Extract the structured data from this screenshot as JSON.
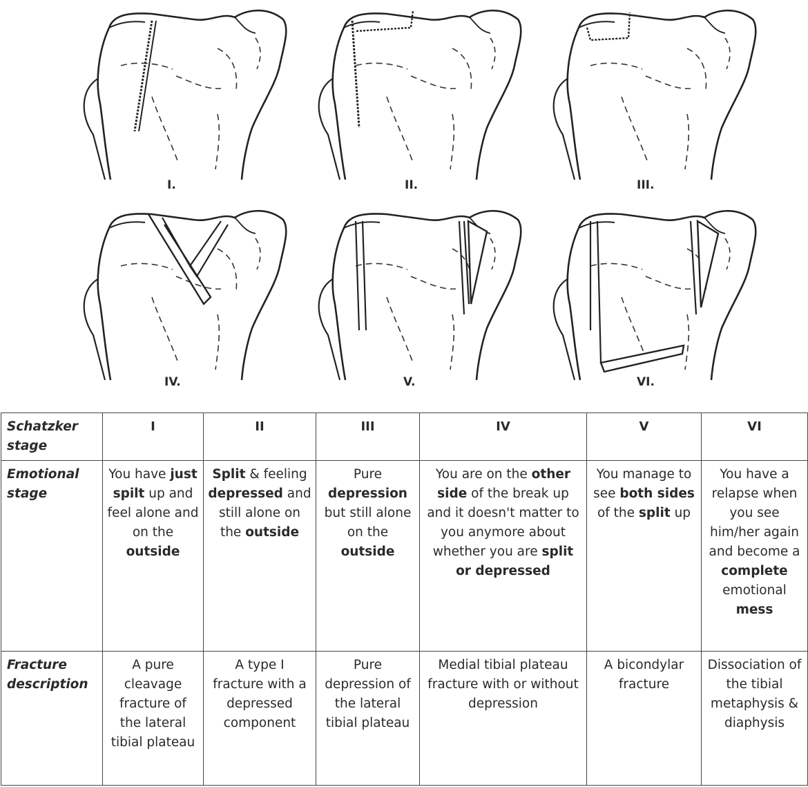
{
  "panels": [
    {
      "id": "I",
      "label": "I."
    },
    {
      "id": "II",
      "label": "II."
    },
    {
      "id": "III",
      "label": "III."
    },
    {
      "id": "IV",
      "label": "IV."
    },
    {
      "id": "V",
      "label": "V."
    },
    {
      "id": "VI",
      "label": "VI."
    }
  ],
  "table": {
    "row_headers": {
      "schatzker": "Schatzker stage",
      "emotional": "Emotional stage",
      "fracture": "Fracture description"
    },
    "stages": [
      "I",
      "II",
      "III",
      "IV",
      "V",
      "VI"
    ],
    "emotional": [
      [
        {
          "t": "You have "
        },
        {
          "t": "just spilt",
          "b": true
        },
        {
          "t": " up and feel alone and on the "
        },
        {
          "t": "outside",
          "b": true
        }
      ],
      [
        {
          "t": "Split",
          "b": true
        },
        {
          "t": " & feeling "
        },
        {
          "t": "depressed",
          "b": true
        },
        {
          "t": " and still alone on the "
        },
        {
          "t": "outside",
          "b": true
        }
      ],
      [
        {
          "t": "Pure "
        },
        {
          "t": "depression",
          "b": true
        },
        {
          "t": " but still alone on the "
        },
        {
          "t": "outside",
          "b": true
        }
      ],
      [
        {
          "t": "You are on the "
        },
        {
          "t": "other side",
          "b": true
        },
        {
          "t": " of the break up and it doesn't matter to you anymore about whether you are "
        },
        {
          "t": "split or depressed",
          "b": true
        }
      ],
      [
        {
          "t": "You manage to see "
        },
        {
          "t": "both sides",
          "b": true
        },
        {
          "t": " of the "
        },
        {
          "t": "split",
          "b": true
        },
        {
          "t": " up"
        }
      ],
      [
        {
          "t": "You have a relapse when you see him/her again and become a "
        },
        {
          "t": "complete",
          "b": true
        },
        {
          "t": " emotional "
        },
        {
          "t": "mess",
          "b": true
        }
      ]
    ],
    "fracture": [
      "A pure cleavage fracture of the lateral tibial plateau",
      "A type I fracture with a depressed component",
      "Pure depression of the lateral tibial plateau",
      "Medial tibial plateau fracture with or without depression",
      "A bicondylar fracture",
      "Dissociation of the tibial metaphysis & diaphysis"
    ]
  }
}
